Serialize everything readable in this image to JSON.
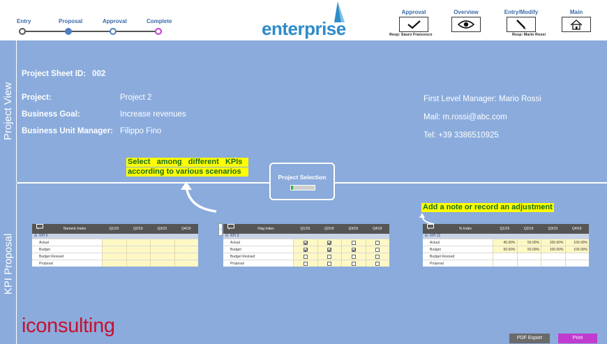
{
  "steps": [
    {
      "label": "Entry",
      "dot_color": "#555555"
    },
    {
      "label": "Proposal",
      "dot_color": "#4f7fc0"
    },
    {
      "label": "Approval",
      "dot_color": "#4f7fc0"
    },
    {
      "label": "Complete",
      "dot_color": "#c23bcf"
    }
  ],
  "logo": {
    "text": "enterprise",
    "color": "#2e8bc9"
  },
  "header_buttons": {
    "approval": {
      "label": "Approval",
      "resp": "Resp: Sauro Francesco",
      "icon": "checkmark-icon"
    },
    "overview": {
      "label": "Overview",
      "icon": "eye-icon"
    },
    "entry_modify": {
      "label": "Entry/Modify",
      "resp": "Resp: Mario Rossi",
      "icon": "pencil-icon"
    },
    "main": {
      "label": "Main",
      "icon": "home-icon"
    }
  },
  "side_tabs": {
    "project_view": "Project View",
    "kpi_proposal": "KPI Proposal"
  },
  "project": {
    "sheet_id_label": "Project Sheet ID:",
    "sheet_id": "002",
    "project_label": "Project:",
    "project_value": "Project 2",
    "goal_label": "Business Goal:",
    "goal_value": "Increase revenues",
    "bum_label": "Business Unit Manager:",
    "bum_value": "Filippo Fino",
    "manager": "First Level Manager: Mario Rossi",
    "mail": "Mail: m.rossi@abc.com",
    "tel": "Tel:  +39 3386510925"
  },
  "callouts": {
    "kpi_line1": "Select   among   different   KPIs",
    "kpi_line2": "according to various scenarios",
    "note": "Add a note or record an adjustment"
  },
  "project_selection": {
    "title": "Project Selection",
    "toggle_color": "#2cb34a"
  },
  "kpi_tables": [
    {
      "index_label": "Numeric Index",
      "quarters": [
        "Q1/19",
        "Q2/19",
        "Q3/19",
        "Q4/19"
      ],
      "subhead": "KPI 6",
      "rows": [
        {
          "label": "Actual",
          "values": [
            "",
            "",
            "",
            ""
          ]
        },
        {
          "label": "Budget",
          "values": [
            "",
            "",
            "",
            ""
          ]
        },
        {
          "label": "Budget Revised",
          "values": [
            "",
            "",
            "",
            ""
          ]
        },
        {
          "label": "Proposal",
          "values": [
            "",
            "",
            "",
            ""
          ]
        }
      ]
    },
    {
      "index_label": "Flag Index",
      "quarters": [
        "Q1/19",
        "Q2/19",
        "Q3/19",
        "Q4/19"
      ],
      "subhead": "KPI 3",
      "rows": [
        {
          "label": "Actual",
          "checks": [
            true,
            true,
            false,
            false
          ]
        },
        {
          "label": "Budget",
          "checks": [
            true,
            true,
            true,
            false
          ]
        },
        {
          "label": "Budget Revised",
          "checks": [
            false,
            false,
            false,
            false
          ]
        },
        {
          "label": "Proposal",
          "checks": [
            false,
            false,
            false,
            false
          ]
        }
      ]
    },
    {
      "index_label": "% Index",
      "quarters": [
        "Q1/19",
        "Q2/19",
        "Q3/19",
        "Q4/19"
      ],
      "subhead": "KPI 12",
      "rows": [
        {
          "label": "Actual",
          "values": [
            "45.00%",
            "50.00%",
            "100.00%",
            "100.00%"
          ]
        },
        {
          "label": "Budget",
          "values": [
            "50.00%",
            "50.00%",
            "100.00%",
            "100.00%"
          ]
        },
        {
          "label": "Budget Revised",
          "values": [
            "",
            "",
            "",
            ""
          ]
        },
        {
          "label": "Proposal",
          "values": [
            "",
            "",
            "",
            ""
          ]
        }
      ]
    }
  ],
  "expander": {
    "symbol": "›"
  },
  "brand": {
    "text": "iconsulting",
    "color": "#c8102e"
  },
  "buttons": {
    "pdf_export": "PDF Export",
    "print": "Print"
  },
  "colors": {
    "panel": "#8aabdc",
    "callout_bg": "#ffff00",
    "callout_text": "#1a6b1a",
    "print": "#c23bcf",
    "pdf": "#6a6a6a"
  }
}
